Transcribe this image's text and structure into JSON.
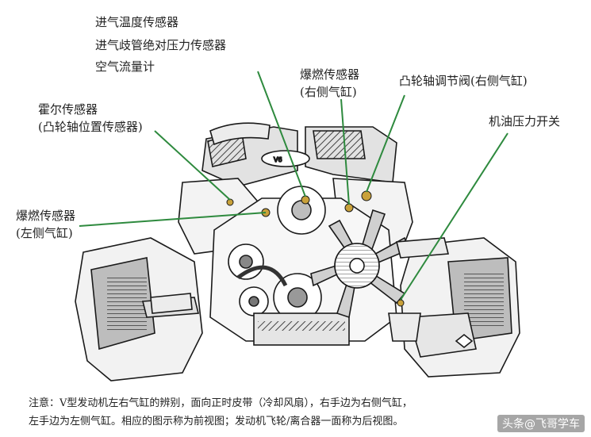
{
  "labels": {
    "intake_temp_sensor": "进气温度传感器",
    "manifold_pressure_sensor": "进气歧管绝对压力传感器",
    "air_flow_meter": "空气流量计",
    "hall_sensor": "霍尔传感器",
    "hall_sensor_sub": "(凸轮轴位置传感器)",
    "knock_right": "爆燃传感器",
    "knock_right_sub": "(右侧气缸)",
    "cam_valve_right": "凸轮轴调节阀(右侧气缸)",
    "oil_pressure_switch": "机油压力开关",
    "knock_left": "爆燃传感器",
    "knock_left_sub": "(左侧气缸)"
  },
  "note": {
    "line1": "注意：V型发动机左右气缸的辨别，面向正时皮带（冷却风扇），右手边为右侧气缸，",
    "line2": "左手边为左侧气缸。相应的图示称为前视图；发动机飞轮/离合器一面称为后视图。"
  },
  "watermark": "头条@飞哥学车",
  "colors": {
    "leader_line": "#2e8a3e",
    "sensor_fill": "#c9a13a",
    "outline": "#1a1a1a",
    "shade": "#bdbdbd"
  }
}
